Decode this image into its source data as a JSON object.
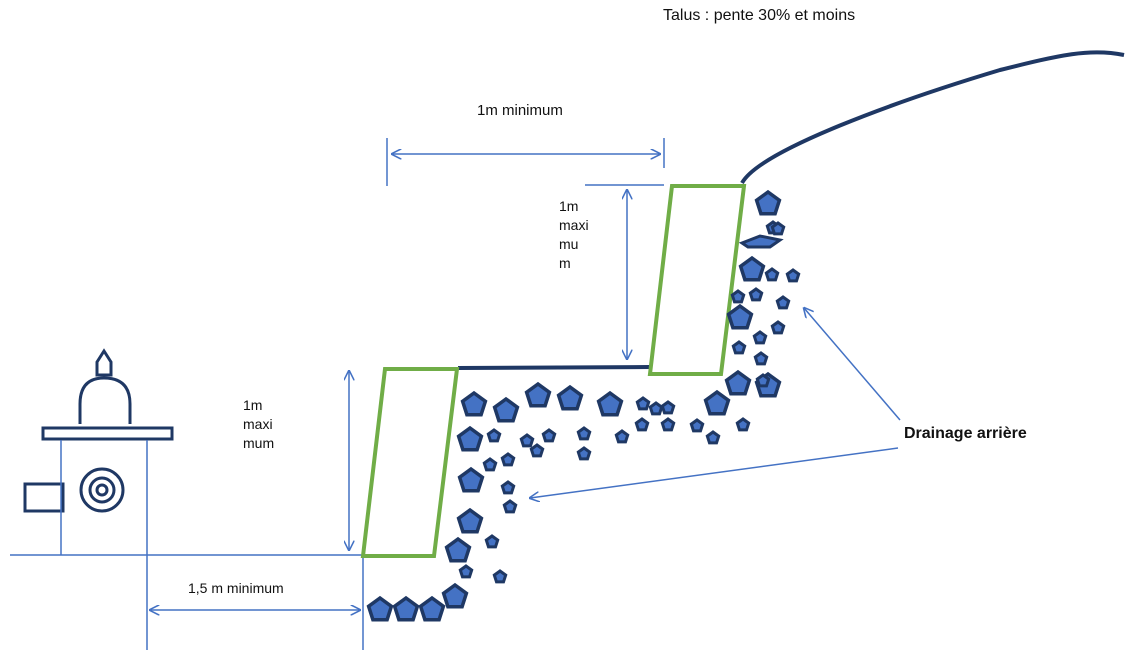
{
  "title": "Talus : pente 30% et moins",
  "dimensions": {
    "setback_width": "1m minimum",
    "base_distance": "1,5 m minimum",
    "upper_height_lines": [
      "1m",
      "maxi",
      "mu",
      "m"
    ],
    "lower_height_lines": [
      "1m",
      "maxi",
      "mum"
    ]
  },
  "drainage_label": "Drainage arrière",
  "colors": {
    "line_blue": "#4472c4",
    "wall_green": "#70ad47",
    "stone_fill": "#4472c4",
    "stone_outline": "#1f3864",
    "terrain": "#1f3864",
    "text": "#111111"
  },
  "icons": [
    "house-icon",
    "window-icon",
    "porthole-icon",
    "chimney-icon"
  ]
}
